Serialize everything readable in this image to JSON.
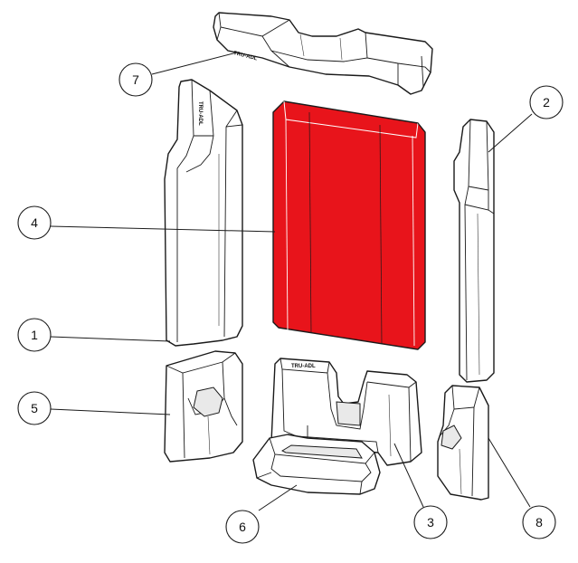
{
  "diagram": {
    "colors": {
      "highlight": "#e8141b",
      "outline": "#1a1a1a",
      "background": "#ffffff"
    },
    "callouts": [
      {
        "id": "1",
        "label": "1",
        "part": "left side brick"
      },
      {
        "id": "2",
        "label": "2",
        "part": "right side brick"
      },
      {
        "id": "3",
        "label": "3",
        "part": "right base brick"
      },
      {
        "id": "4",
        "label": "4",
        "part": "back panel"
      },
      {
        "id": "5",
        "label": "5",
        "part": "left base brick"
      },
      {
        "id": "6",
        "label": "6",
        "part": "front base brick"
      },
      {
        "id": "7",
        "label": "7",
        "part": "top brick"
      },
      {
        "id": "8",
        "label": "8",
        "part": "right front brick"
      }
    ]
  }
}
